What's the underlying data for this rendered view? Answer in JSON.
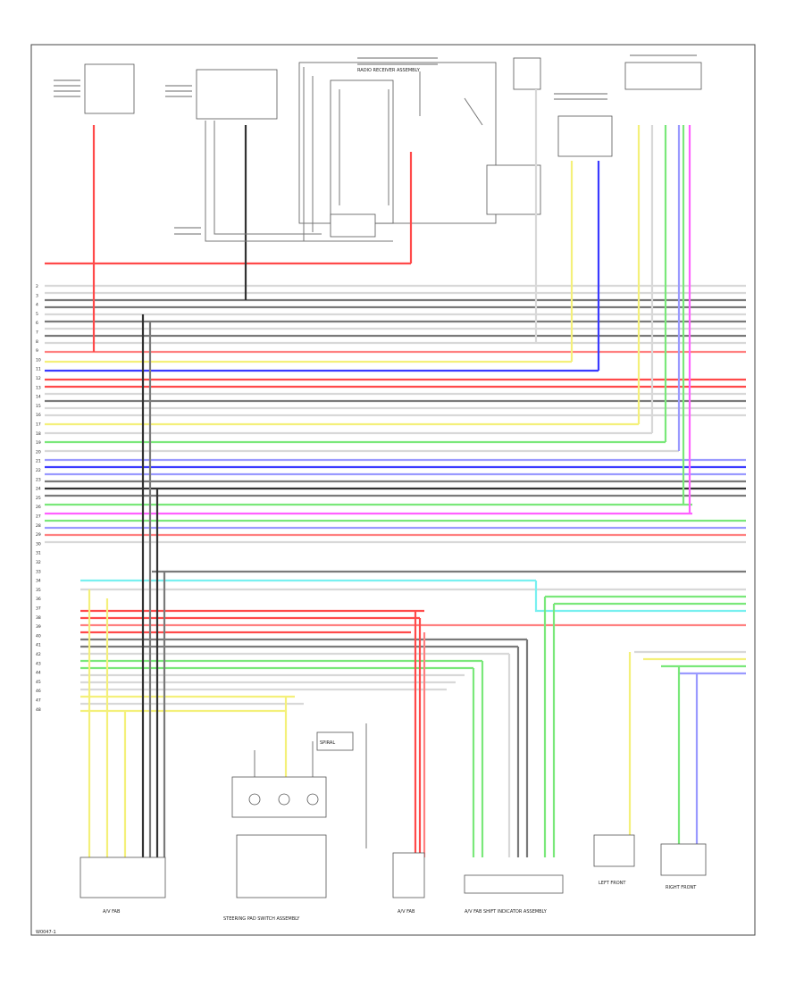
{
  "page": {
    "code": "W0047-1"
  },
  "colors": {
    "red": "#ff4a4a",
    "pink": "#ff8080",
    "yellow": "#f4f07a",
    "green": "#7ae87a",
    "blue": "#3a3aff",
    "lt_blue": "#9a9aff",
    "gray": "#7a7a7a",
    "white_wire": "#d8d8d8",
    "black": "#333333",
    "cyan": "#78f0f0",
    "magenta": "#ff60ff"
  },
  "left_pins": [
    "2",
    "3",
    "4",
    "5",
    "6",
    "7",
    "8",
    "9",
    "10",
    "11",
    "12",
    "13",
    "14",
    "15",
    "16",
    "17",
    "18",
    "19",
    "20",
    "21",
    "22",
    "23",
    "24",
    "25",
    "26",
    "27",
    "28",
    "29",
    "30",
    "31",
    "32",
    "33",
    "34",
    "35",
    "36",
    "37",
    "38",
    "39",
    "40",
    "41",
    "42",
    "43",
    "44",
    "45",
    "46",
    "47",
    "48"
  ],
  "components": {
    "bottom_left_connector": "A/V FAB",
    "steering_switch": "STEERING PAD SWITCH ASSEMBLY",
    "center_connector": "A/V FAB",
    "right_connector": "A/V FAB SHIFT INDICATOR ASSEMBLY",
    "speaker_left": "LEFT FRONT",
    "speaker_right": "RIGHT FRONT",
    "spiral_cable": "SPIRAL",
    "radio_label": "RADIO RECEIVER ASSEMBLY"
  }
}
